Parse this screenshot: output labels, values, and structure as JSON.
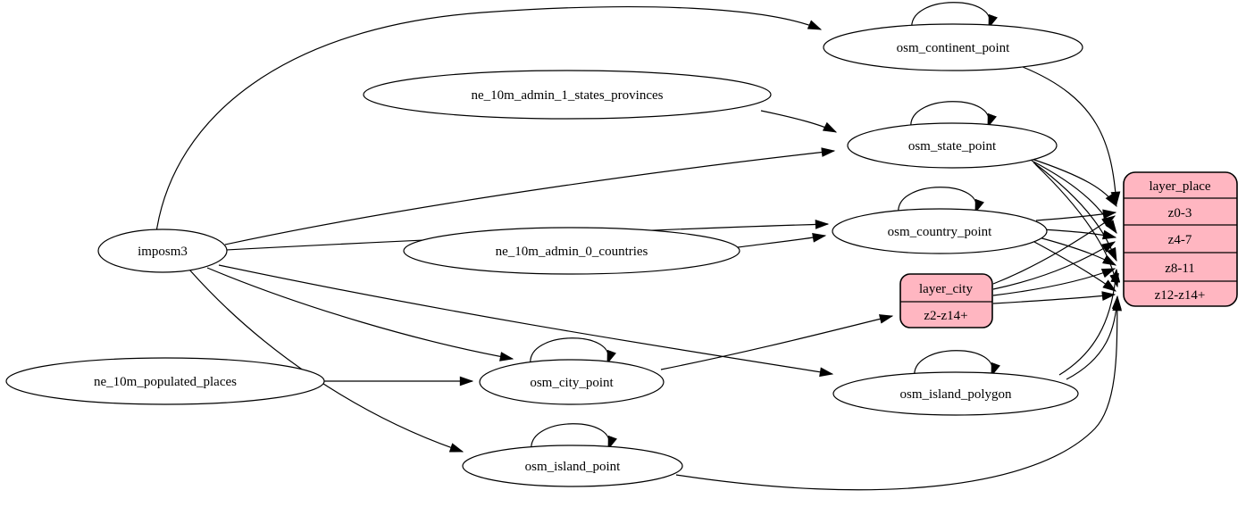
{
  "diagram": {
    "type": "etl-dependency-graph",
    "colors": {
      "background": "#ffffff",
      "table_node_fill": "#ffffff",
      "layer_node_fill": "#ffb6c1",
      "stroke": "#000000",
      "text": "#000000"
    },
    "nodes": {
      "imposm3": {
        "label": "imposm3",
        "shape": "ellipse"
      },
      "ne_10m_admin_1_states_provinces": {
        "label": "ne_10m_admin_1_states_provinces",
        "shape": "ellipse"
      },
      "ne_10m_admin_0_countries": {
        "label": "ne_10m_admin_0_countries",
        "shape": "ellipse"
      },
      "ne_10m_populated_places": {
        "label": "ne_10m_populated_places",
        "shape": "ellipse"
      },
      "osm_continent_point": {
        "label": "osm_continent_point",
        "shape": "ellipse",
        "self_loop": true
      },
      "osm_state_point": {
        "label": "osm_state_point",
        "shape": "ellipse",
        "self_loop": true
      },
      "osm_country_point": {
        "label": "osm_country_point",
        "shape": "ellipse",
        "self_loop": true
      },
      "osm_city_point": {
        "label": "osm_city_point",
        "shape": "ellipse",
        "self_loop": true
      },
      "osm_island_polygon": {
        "label": "osm_island_polygon",
        "shape": "ellipse",
        "self_loop": true
      },
      "osm_island_point": {
        "label": "osm_island_point",
        "shape": "ellipse",
        "self_loop": true
      },
      "layer_city": {
        "label": "layer_city",
        "shape": "record",
        "rows": [
          "z2-z14+"
        ]
      },
      "layer_place": {
        "label": "layer_place",
        "shape": "record",
        "rows": [
          "z0-3",
          "z4-7",
          "z8-11",
          "z12-z14+"
        ]
      }
    },
    "edges": [
      {
        "from": "imposm3",
        "to": "osm_continent_point"
      },
      {
        "from": "imposm3",
        "to": "osm_state_point"
      },
      {
        "from": "imposm3",
        "to": "osm_country_point"
      },
      {
        "from": "imposm3",
        "to": "osm_city_point"
      },
      {
        "from": "imposm3",
        "to": "osm_island_polygon"
      },
      {
        "from": "imposm3",
        "to": "osm_island_point"
      },
      {
        "from": "ne_10m_admin_1_states_provinces",
        "to": "osm_state_point"
      },
      {
        "from": "ne_10m_admin_0_countries",
        "to": "osm_country_point"
      },
      {
        "from": "ne_10m_populated_places",
        "to": "osm_city_point"
      },
      {
        "from": "osm_continent_point",
        "to": "osm_continent_point"
      },
      {
        "from": "osm_state_point",
        "to": "osm_state_point"
      },
      {
        "from": "osm_country_point",
        "to": "osm_country_point"
      },
      {
        "from": "osm_city_point",
        "to": "osm_city_point"
      },
      {
        "from": "osm_island_polygon",
        "to": "osm_island_polygon"
      },
      {
        "from": "osm_island_point",
        "to": "osm_island_point"
      },
      {
        "from": "osm_continent_point",
        "to": "layer_place",
        "to_row": "z0-3"
      },
      {
        "from": "osm_state_point",
        "to": "layer_place",
        "to_row": "z0-3"
      },
      {
        "from": "osm_state_point",
        "to": "layer_place",
        "to_row": "z4-7"
      },
      {
        "from": "osm_state_point",
        "to": "layer_place",
        "to_row": "z8-11"
      },
      {
        "from": "osm_state_point",
        "to": "layer_place",
        "to_row": "z12-z14+"
      },
      {
        "from": "osm_country_point",
        "to": "layer_place",
        "to_row": "z0-3"
      },
      {
        "from": "osm_country_point",
        "to": "layer_place",
        "to_row": "z4-7"
      },
      {
        "from": "osm_country_point",
        "to": "layer_place",
        "to_row": "z8-11"
      },
      {
        "from": "osm_country_point",
        "to": "layer_place",
        "to_row": "z12-z14+"
      },
      {
        "from": "osm_city_point",
        "to": "layer_city",
        "to_row": "z2-z14+"
      },
      {
        "from": "layer_city",
        "to": "layer_place",
        "to_row": "z0-3"
      },
      {
        "from": "layer_city",
        "to": "layer_place",
        "to_row": "z4-7"
      },
      {
        "from": "layer_city",
        "to": "layer_place",
        "to_row": "z8-11"
      },
      {
        "from": "layer_city",
        "to": "layer_place",
        "to_row": "z12-z14+"
      },
      {
        "from": "osm_island_polygon",
        "to": "layer_place",
        "to_row": "z8-11"
      },
      {
        "from": "osm_island_polygon",
        "to": "layer_place",
        "to_row": "z12-z14+"
      },
      {
        "from": "osm_island_point",
        "to": "layer_place",
        "to_row": "z12-z14+"
      }
    ]
  }
}
